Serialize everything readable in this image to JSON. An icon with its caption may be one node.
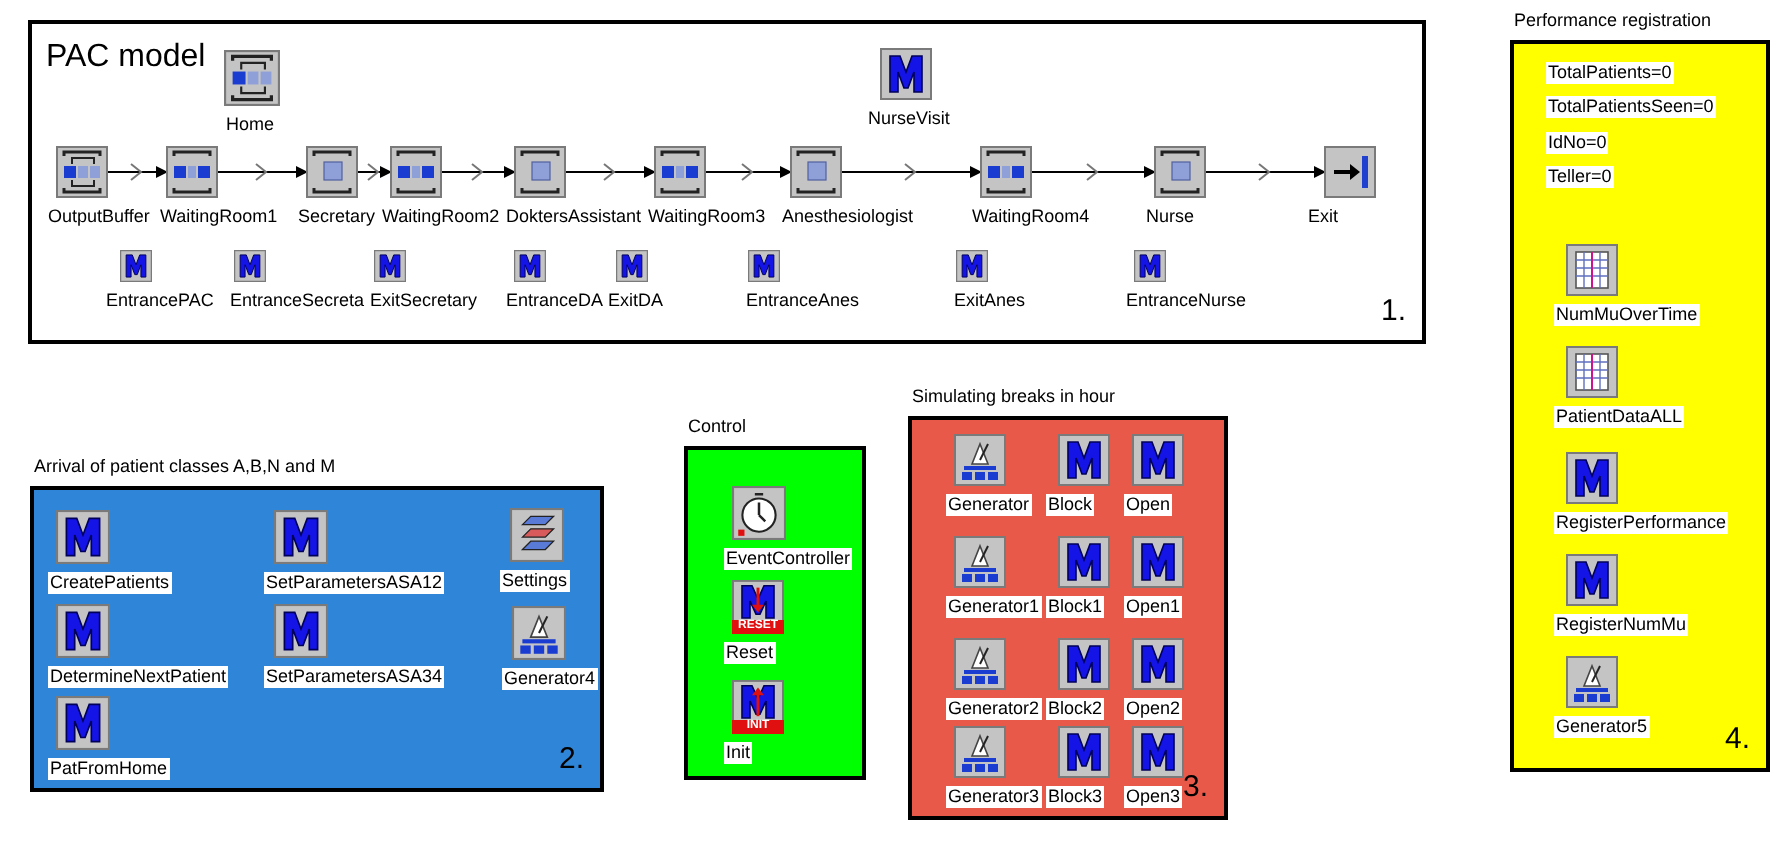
{
  "diagram": {
    "nodes": [
      {
        "text": [
          "PAC model",
          "1."
        ]
      },
      {
        "text": [
          "Home"
        ],
        "in": 0
      },
      {
        "text": [
          "NurseVisit"
        ],
        "in": 0
      },
      {
        "text": [
          "OutputBuffer"
        ],
        "in": 0
      },
      {
        "text": [
          "WaitingRoom1"
        ],
        "in": 0
      },
      {
        "text": [
          "Secretary"
        ],
        "in": 0
      },
      {
        "text": [
          "WaitingRoom2"
        ],
        "in": 0
      },
      {
        "text": [
          "DoktersAssistant"
        ],
        "in": 0
      },
      {
        "text": [
          "WaitingRoom3"
        ],
        "in": 0
      },
      {
        "text": [
          "Anesthesiologist"
        ],
        "in": 0
      },
      {
        "text": [
          "WaitingRoom4"
        ],
        "in": 0
      },
      {
        "text": [
          "Nurse"
        ],
        "in": 0
      },
      {
        "text": [
          "Exit"
        ],
        "in": 0
      },
      {
        "text": [
          "EntrancePAC"
        ],
        "in": 0
      },
      {
        "text": [
          "EntranceSecreta"
        ],
        "in": 0
      },
      {
        "text": [
          "ExitSecretary"
        ],
        "in": 0
      },
      {
        "text": [
          "EntranceDA"
        ],
        "in": 0
      },
      {
        "text": [
          "ExitDA"
        ],
        "in": 0
      },
      {
        "text": [
          "EntranceAnes"
        ],
        "in": 0
      },
      {
        "text": [
          "ExitAnes"
        ],
        "in": 0
      },
      {
        "text": [
          "EntranceNurse"
        ],
        "in": 0
      },
      {
        "text": [
          "Arrival of patient classes A,B,N and M",
          "2."
        ]
      },
      {
        "text": [
          "CreatePatients"
        ],
        "in": 21
      },
      {
        "text": [
          "SetParametersASA12"
        ],
        "in": 21
      },
      {
        "text": [
          "Settings"
        ],
        "in": 21
      },
      {
        "text": [
          "DetermineNextPatient"
        ],
        "in": 21
      },
      {
        "text": [
          "SetParametersASA34"
        ],
        "in": 21
      },
      {
        "text": [
          "Generator4"
        ],
        "in": 21
      },
      {
        "text": [
          "PatFromHome"
        ],
        "in": 21
      },
      {
        "text": [
          "Control"
        ]
      },
      {
        "text": [
          "EventController"
        ],
        "in": 29
      },
      {
        "text": [
          "RESET",
          "Reset"
        ],
        "in": 29
      },
      {
        "text": [
          "INIT",
          "Init"
        ],
        "in": 29
      },
      {
        "text": [
          "Simulating breaks in hour",
          "3."
        ]
      },
      {
        "text": [
          "Generator"
        ],
        "in": 33
      },
      {
        "text": [
          "Block"
        ],
        "in": 33
      },
      {
        "text": [
          "Open"
        ],
        "in": 33
      },
      {
        "text": [
          "Generator1"
        ],
        "in": 33
      },
      {
        "text": [
          "Block1"
        ],
        "in": 33
      },
      {
        "text": [
          "Open1"
        ],
        "in": 33
      },
      {
        "text": [
          "Generator2"
        ],
        "in": 33
      },
      {
        "text": [
          "Block2"
        ],
        "in": 33
      },
      {
        "text": [
          "Open2"
        ],
        "in": 33
      },
      {
        "text": [
          "Generator3"
        ],
        "in": 33
      },
      {
        "text": [
          "Block3"
        ],
        "in": 33
      },
      {
        "text": [
          "Open3"
        ],
        "in": 33
      },
      {
        "text": [
          "Performance registration",
          "4."
        ]
      },
      {
        "text": [
          "TotalPatients=0"
        ],
        "in": 46
      },
      {
        "text": [
          "TotalPatientsSeen=0"
        ],
        "in": 46
      },
      {
        "text": [
          "IdNo=0"
        ],
        "in": 46
      },
      {
        "text": [
          "Teller=0"
        ],
        "in": 46
      },
      {
        "text": [
          "NumMuOverTime"
        ],
        "in": 46
      },
      {
        "text": [
          "PatientDataALL"
        ],
        "in": 46
      },
      {
        "text": [
          "RegisterPerformance"
        ],
        "in": 46
      },
      {
        "text": [
          "RegisterNumMu"
        ],
        "in": 46
      },
      {
        "text": [
          "Generator5"
        ],
        "in": 46
      }
    ],
    "edges": [
      {
        "from": 3,
        "to": 4,
        "arrow": "to"
      },
      {
        "from": 4,
        "to": 5,
        "arrow": "to"
      },
      {
        "from": 5,
        "to": 6,
        "arrow": "to"
      },
      {
        "from": 6,
        "to": 7,
        "arrow": "to"
      },
      {
        "from": 7,
        "to": 8,
        "arrow": "to"
      },
      {
        "from": 8,
        "to": 9,
        "arrow": "to"
      },
      {
        "from": 9,
        "to": 10,
        "arrow": "to"
      },
      {
        "from": 10,
        "to": 11,
        "arrow": "to"
      },
      {
        "from": 11,
        "to": 12,
        "arrow": "to"
      }
    ]
  }
}
